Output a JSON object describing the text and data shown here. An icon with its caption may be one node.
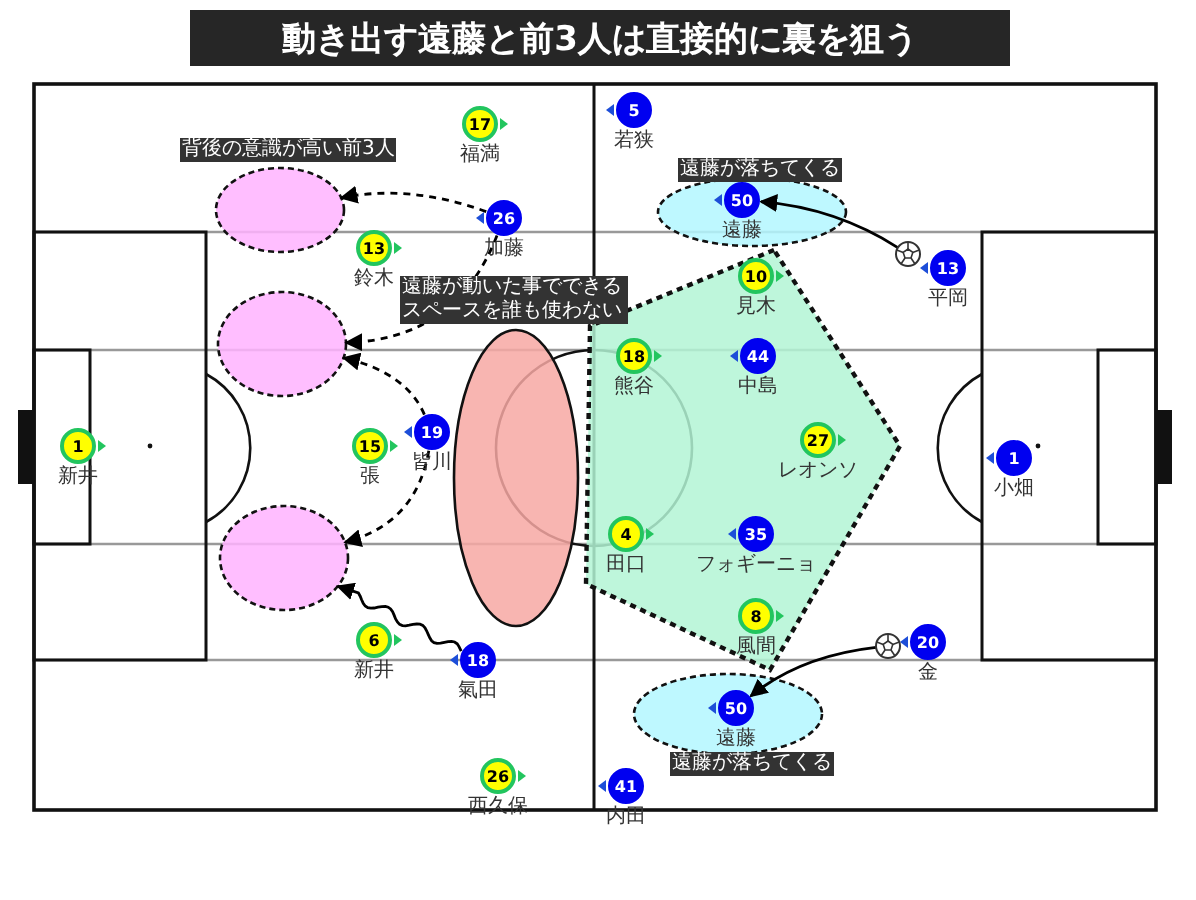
{
  "diagram": {
    "title": "動き出す遠藤と前3人は直接的に裏を狙う",
    "nodes": [
      {
        "text": [],
        "shape": "ellipse"
      },
      {
        "text": [],
        "shape": "ellipse"
      },
      {
        "text": [],
        "shape": "ellipse"
      },
      {
        "text": [],
        "shape": "ellipse"
      },
      {
        "text": [],
        "shape": "polygon"
      },
      {
        "text": [],
        "shape": "ellipse"
      },
      {
        "text": [],
        "shape": "ellipse"
      },
      {
        "text": [
          "17"
        ],
        "beside": [
          "福満"
        ]
      },
      {
        "text": [
          "5"
        ],
        "beside": [
          "若狭"
        ]
      },
      {
        "text": [
          "50"
        ],
        "beside": [
          "遠藤"
        ],
        "in": 5
      },
      {
        "text": [
          "26"
        ],
        "beside": [
          "加藤"
        ]
      },
      {
        "text": [
          "13"
        ],
        "beside": [
          "鈴木"
        ]
      },
      {
        "text": [
          "13"
        ],
        "beside": [
          "平岡"
        ]
      },
      {
        "text": [],
        "shape": "ball"
      },
      {
        "text": [
          "10"
        ],
        "beside": [
          "見木"
        ],
        "in": 4
      },
      {
        "text": [
          "18"
        ],
        "beside": [
          "熊谷"
        ],
        "in": 4
      },
      {
        "text": [
          "44"
        ],
        "beside": [
          "中島"
        ],
        "in": 4
      },
      {
        "text": [
          "19"
        ],
        "beside": [
          "皆川"
        ]
      },
      {
        "text": [
          "1"
        ],
        "beside": [
          "新井"
        ]
      },
      {
        "text": [
          "15"
        ],
        "beside": [
          "張"
        ]
      },
      {
        "text": [
          "27"
        ],
        "beside": [
          "レオンソ"
        ],
        "in": 4
      },
      {
        "text": [
          "1"
        ],
        "beside": [
          "小畑"
        ]
      },
      {
        "text": [
          "4"
        ],
        "beside": [
          "田口"
        ],
        "in": 4
      },
      {
        "text": [
          "35"
        ],
        "beside": [
          "フォギーニョ"
        ],
        "in": 4
      },
      {
        "text": [
          "8"
        ],
        "beside": [
          "風間"
        ],
        "in": 4
      },
      {
        "text": [
          "20"
        ],
        "beside": [
          "金"
        ]
      },
      {
        "text": [],
        "shape": "ball"
      },
      {
        "text": [
          "6"
        ],
        "beside": [
          "新井"
        ]
      },
      {
        "text": [
          "18"
        ],
        "beside": [
          "氣田"
        ]
      },
      {
        "text": [
          "50"
        ],
        "beside": [
          "遠藤"
        ],
        "in": 6
      },
      {
        "text": [
          "26"
        ],
        "beside": [
          "西久保"
        ]
      },
      {
        "text": [
          "41"
        ],
        "beside": [
          "内田"
        ]
      }
    ],
    "edges": [
      {
        "from": 10,
        "to": 0,
        "arrow": "to",
        "style": "dashed"
      },
      {
        "from": 10,
        "to": 1,
        "arrow": "to",
        "style": "dashed"
      },
      {
        "from": 17,
        "to": 1,
        "arrow": "to",
        "style": "dashed"
      },
      {
        "from": 17,
        "to": 2,
        "arrow": "to",
        "style": "dashed"
      },
      {
        "from": 28,
        "to": 2,
        "arrow": "to"
      },
      {
        "from": 13,
        "to": 9,
        "arrow": "to"
      },
      {
        "from": 26,
        "to": 29,
        "arrow": "to"
      }
    ],
    "labels": [
      "背後の意識が高い前3人",
      "遠藤が落ちてくる",
      "遠藤が動いた事でできるスペースを誰も使わない",
      "遠藤が落ちてくる"
    ]
  }
}
